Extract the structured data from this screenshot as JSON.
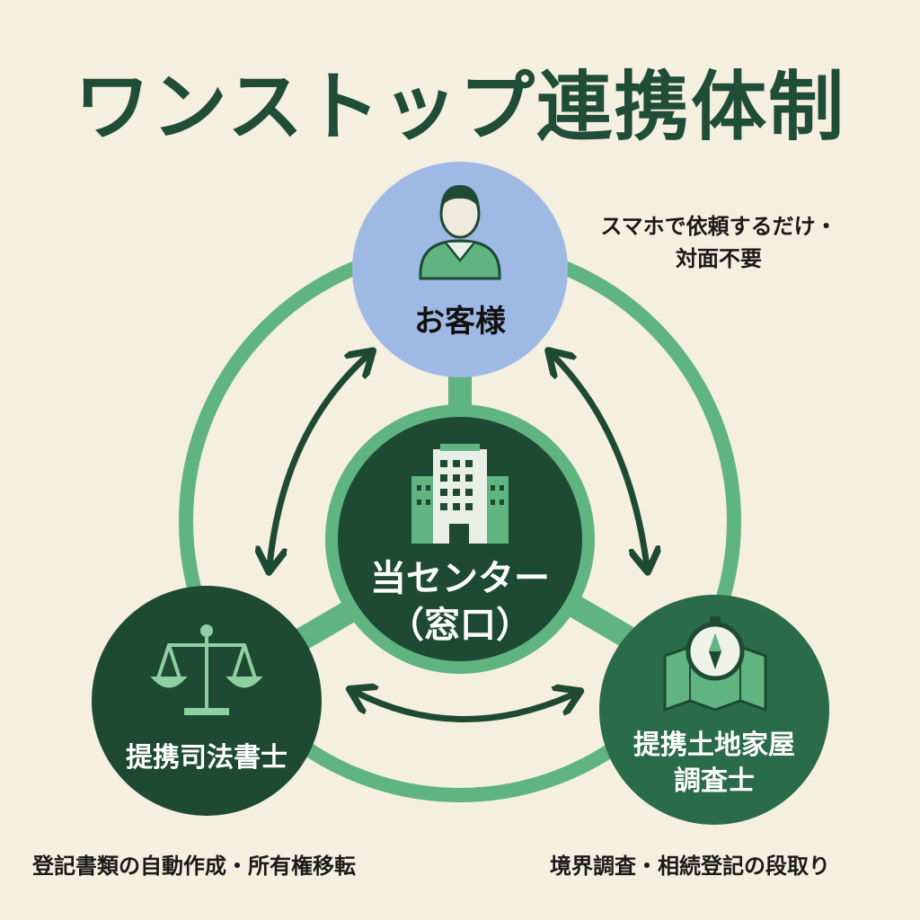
{
  "title": "ワンストップ連携体制",
  "nodes": {
    "customer": {
      "label": "お客様",
      "icon": "person-icon",
      "color": "#9eb9e3"
    },
    "center": {
      "label_line1": "当センター",
      "label_line2": "（窓口）",
      "icon": "building-icon",
      "color": "#1e4a34"
    },
    "scrivener": {
      "label": "提携司法書士",
      "icon": "scales-icon",
      "color": "#1e4a34"
    },
    "surveyor": {
      "label_line1": "提携土地家屋",
      "label_line2": "調査士",
      "icon": "map-compass-icon",
      "color": "#2a6b49"
    }
  },
  "notes": {
    "customer_line1": "スマホで依頼するだけ・",
    "customer_line2": "対面不要",
    "scrivener": "登記書類の自動作成・所有権移転",
    "surveyor": "境界調査・相続登記の段取り"
  },
  "colors": {
    "title": "#1f4d37",
    "ring": "#5fb47f",
    "arrow": "#1e4a34",
    "background": "#f5efe0"
  }
}
